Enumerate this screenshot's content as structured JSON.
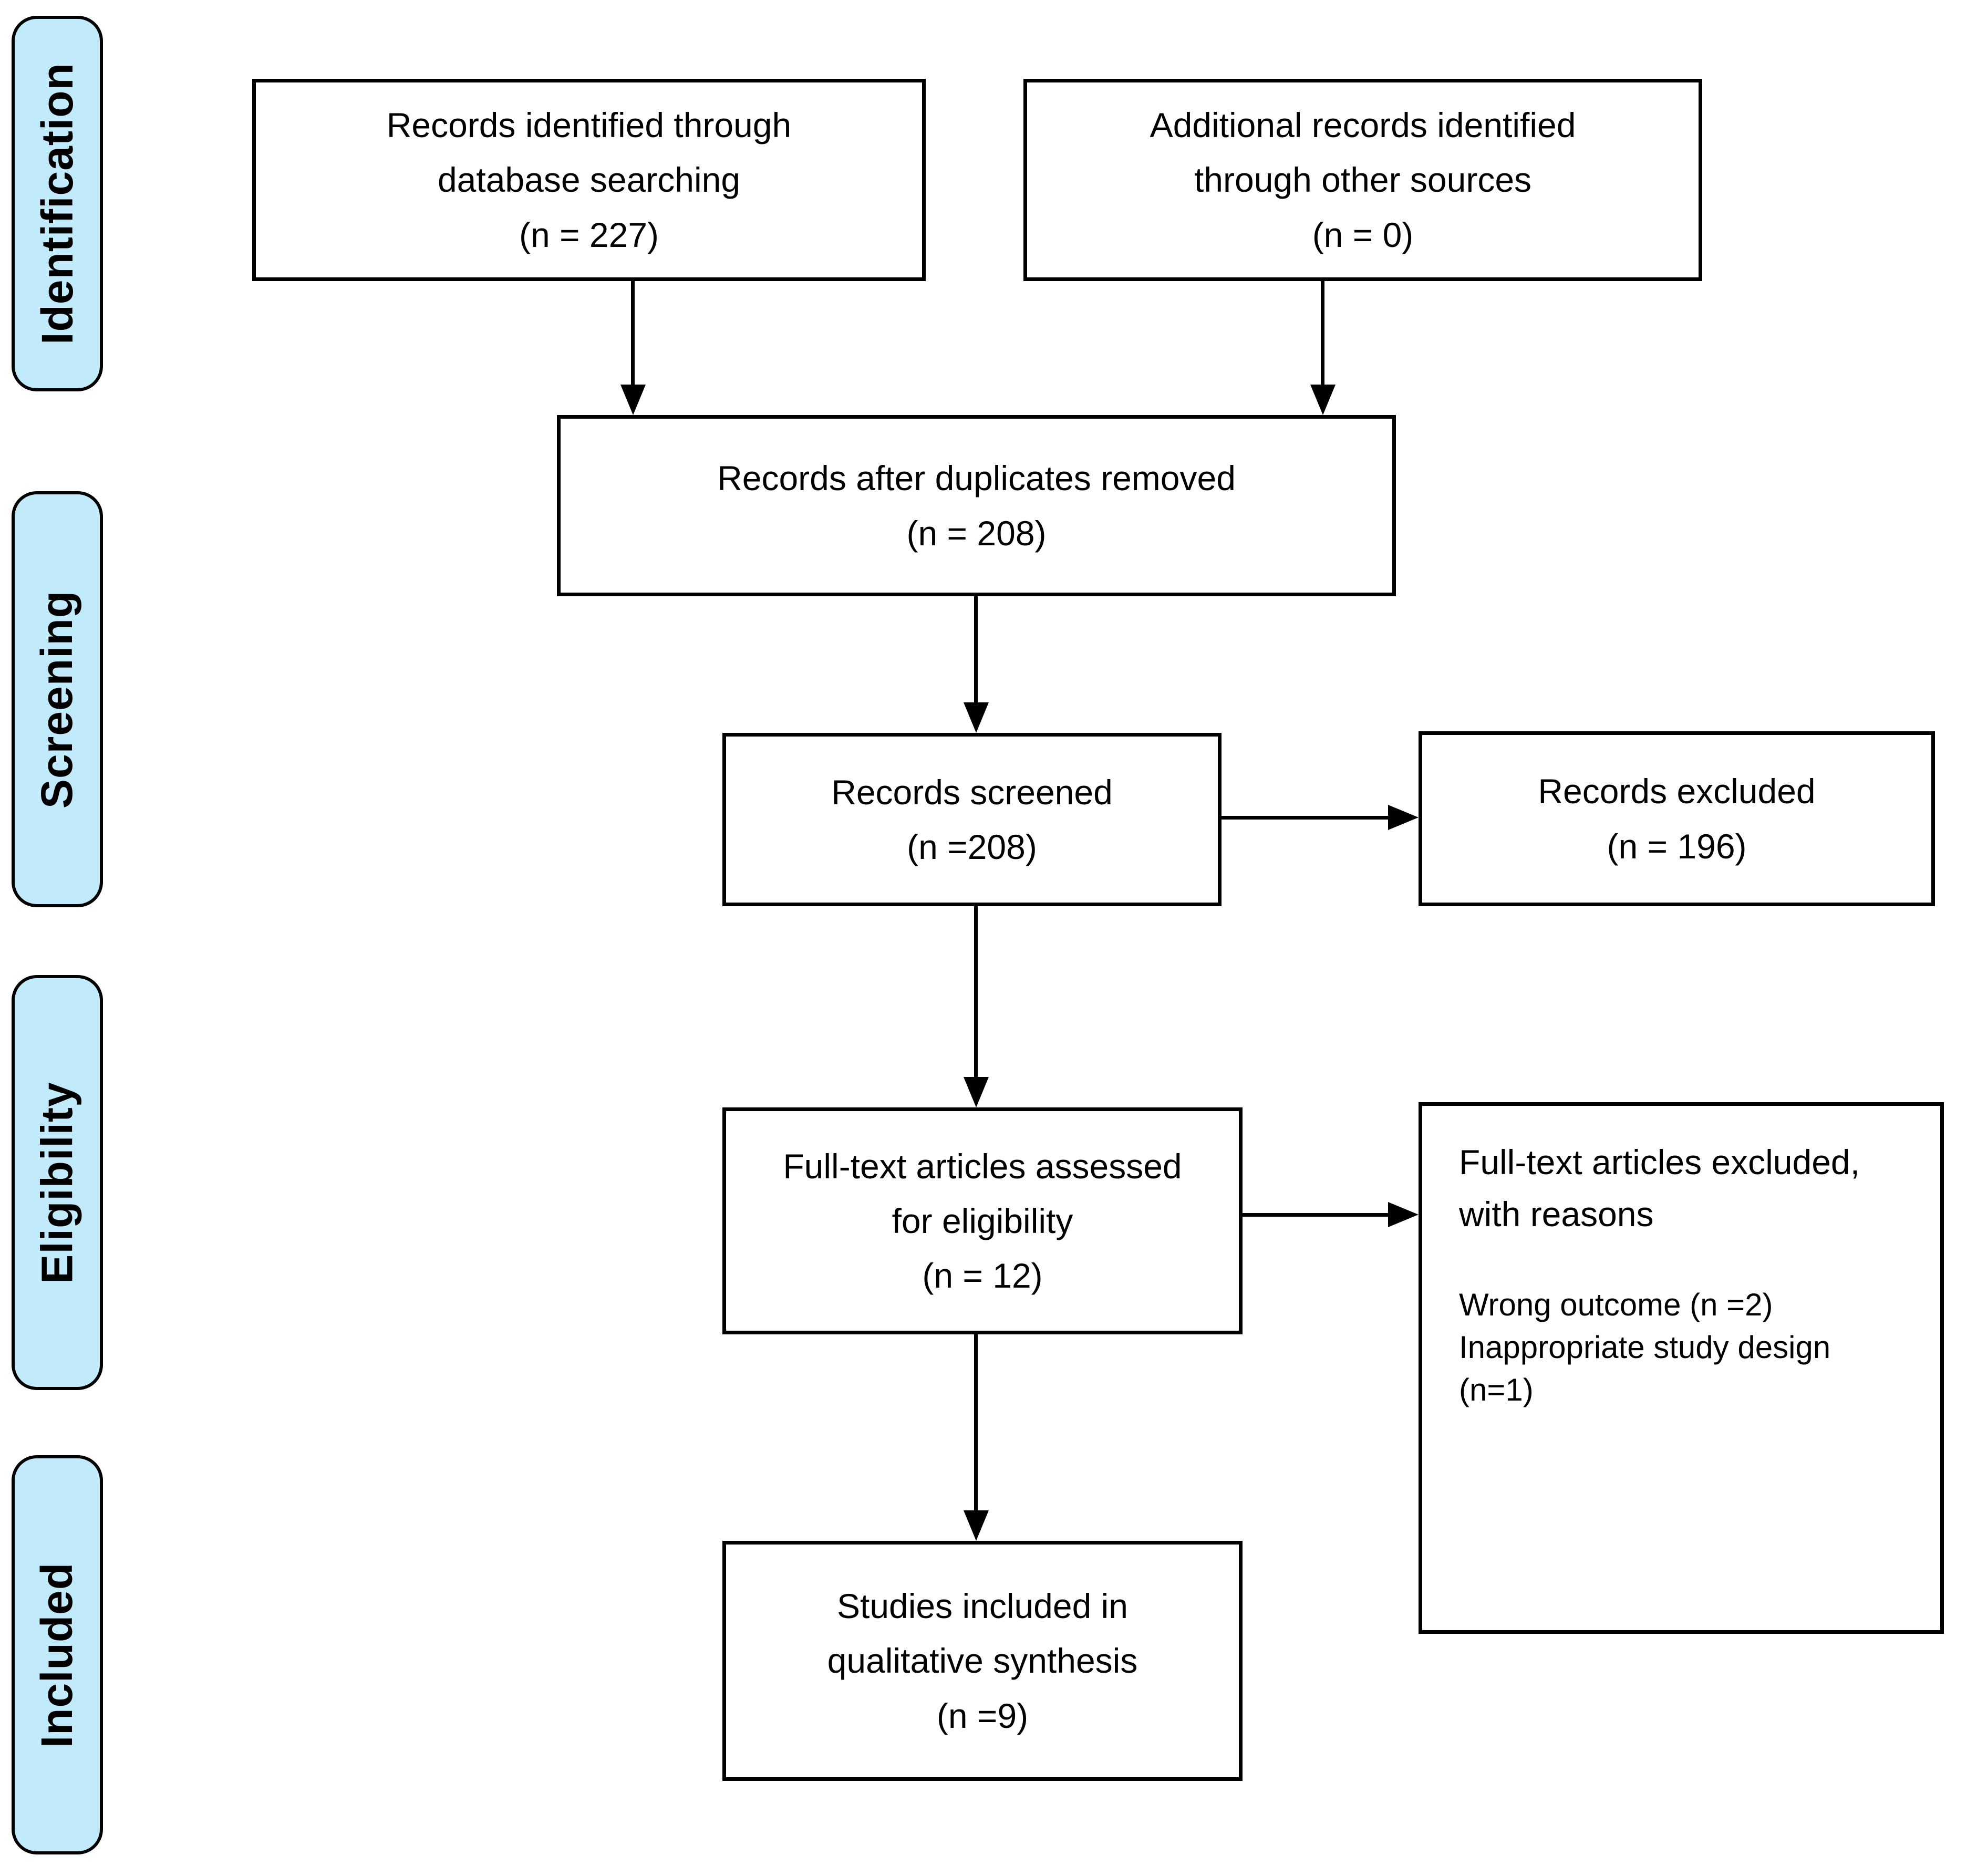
{
  "colors": {
    "stage_fill": "#c1eafb",
    "outline": "#000000",
    "box_fill": "#ffffff",
    "text": "#000000",
    "background": "#ffffff"
  },
  "sidebar": {
    "labels": [
      "Identification",
      "Screening",
      "Eligibility",
      "Included"
    ]
  },
  "flow": {
    "records_identified": {
      "lines": [
        "Records identified through",
        "database searching",
        "(n = 227)"
      ]
    },
    "additional_records": {
      "lines": [
        "Additional records identified",
        "through other sources",
        "(n = 0)"
      ]
    },
    "duplicates_removed": {
      "lines": [
        "Records after duplicates removed",
        "(n = 208)"
      ]
    },
    "records_screened": {
      "lines": [
        "Records screened",
        "(n =208)"
      ]
    },
    "records_excluded": {
      "lines": [
        "Records excluded",
        "(n = 196)"
      ]
    },
    "fulltext_assessed": {
      "lines": [
        "Full-text articles assessed",
        "for eligibility",
        "(n = 12)"
      ]
    },
    "fulltext_excluded": {
      "title_lines": [
        "Full-text articles excluded,",
        "with reasons"
      ],
      "reasons": [
        "Wrong outcome (n =2)",
        "Inappropriate study design",
        "(n=1)"
      ]
    },
    "studies_included": {
      "lines": [
        "Studies included in",
        "qualitative synthesis",
        "(n =9)"
      ]
    }
  }
}
